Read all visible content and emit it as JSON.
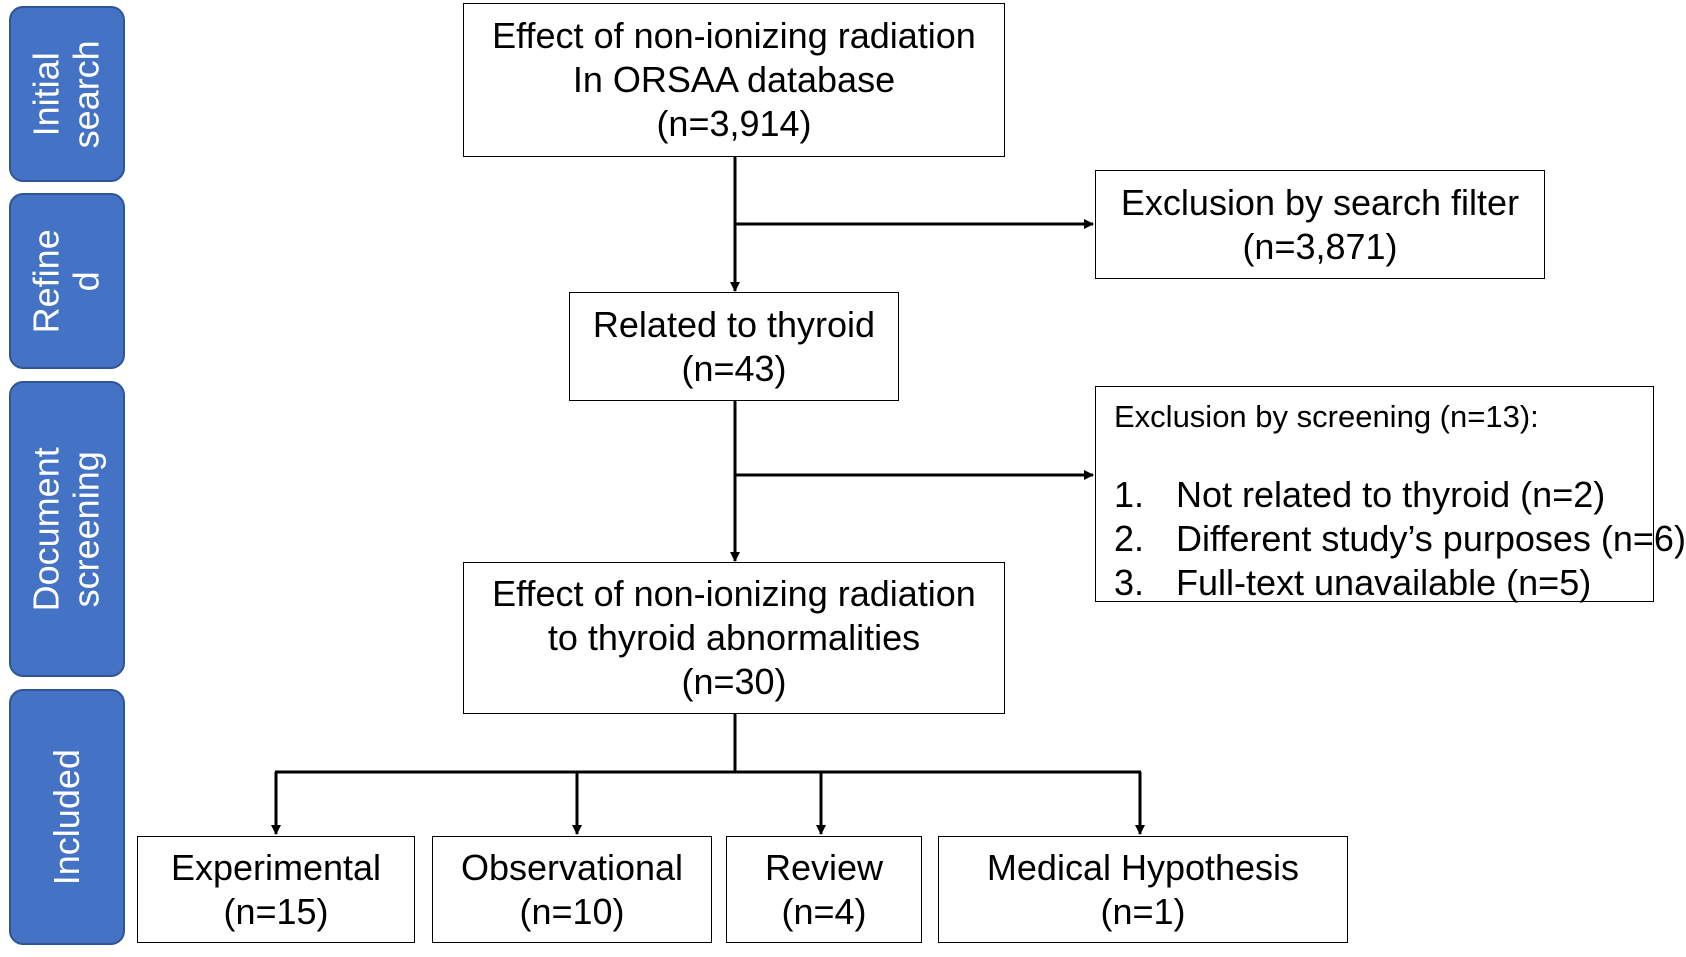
{
  "stages": [
    {
      "label": "Initial\nsearch"
    },
    {
      "label": "Refine\nd"
    },
    {
      "label": "Document\nscreening"
    },
    {
      "label": "Included"
    }
  ],
  "boxes": {
    "initial": {
      "line1": "Effect of non-ionizing radiation",
      "line2": "In ORSAA database",
      "count": "(n=3,914)"
    },
    "exclusion_filter": {
      "line1": "Exclusion by search filter",
      "count": "(n=3,871)"
    },
    "related": {
      "line1": "Related to thyroid",
      "count": "(n=43)"
    },
    "exclusion_screening": {
      "title": "Exclusion by screening (n=13):",
      "items": [
        {
          "num": "1.",
          "text": "Not related to thyroid (n=2)"
        },
        {
          "num": "2.",
          "text": "Different study’s purposes (n=6)"
        },
        {
          "num": "3.",
          "text": "Full-text unavailable (n=5)"
        }
      ]
    },
    "effect": {
      "line1": "Effect of non-ionizing radiation",
      "line2": "to thyroid abnormalities",
      "count": "(n=30)"
    },
    "included": [
      {
        "label": "Experimental",
        "count": "(n=15)"
      },
      {
        "label": "Observational",
        "count": "(n=10)"
      },
      {
        "label": "Review",
        "count": "(n=4)"
      },
      {
        "label": "Medical Hypothesis",
        "count": "(n=1)"
      }
    ]
  }
}
